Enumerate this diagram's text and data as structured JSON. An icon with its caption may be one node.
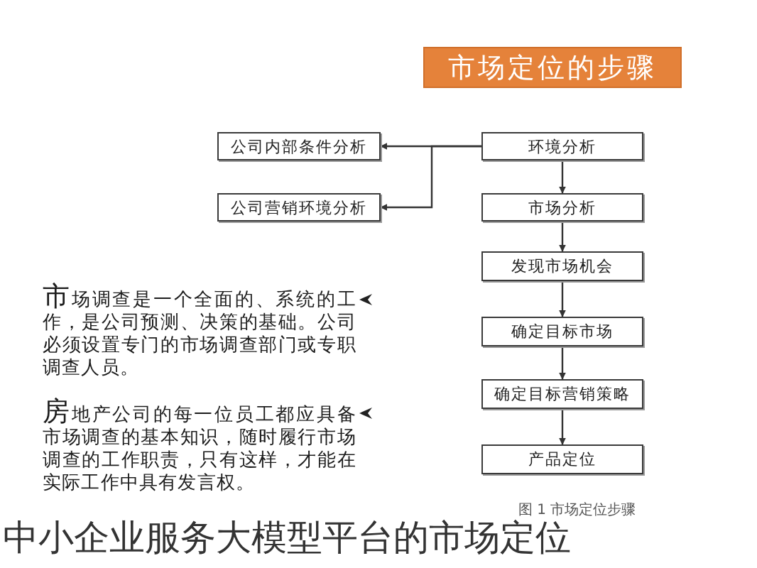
{
  "diagram": {
    "title": "市场定位的步骤",
    "caption": "中小企业服务大模型平台的市场定位",
    "nodes": [
      {
        "text": [
          "公司内部条件分析"
        ]
      },
      {
        "text": [
          "环境分析"
        ]
      },
      {
        "text": [
          "公司营销环境分析"
        ]
      },
      {
        "text": [
          "市场分析"
        ]
      },
      {
        "text": [
          "发现市场机会"
        ]
      },
      {
        "text": [
          "确定目标市场"
        ]
      },
      {
        "text": [
          "确定目标营销策略"
        ]
      },
      {
        "text": [
          "产品定位"
        ]
      }
    ],
    "edges": [
      {
        "from": 1,
        "to": 0,
        "arrow": "to"
      },
      {
        "from": 1,
        "to": 2,
        "arrow": "to"
      },
      {
        "from": 1,
        "to": 3,
        "arrow": "to"
      },
      {
        "from": 3,
        "to": 4,
        "arrow": "to"
      },
      {
        "from": 4,
        "to": 5,
        "arrow": "to"
      },
      {
        "from": 5,
        "to": 6,
        "arrow": "to"
      },
      {
        "from": 6,
        "to": 7,
        "arrow": "to"
      }
    ],
    "labels": [
      "市场调查是一个全面的、系统的工作，是公司预测、决策的基础。公司必须设置专门的市场调查部门或专职调查人员。",
      "房地产公司的每一位员工都应具备市场调查的基本知识，随时履行市场调查的工作职责，只有这样，才能在实际工作中具有发言权。",
      "图 1 市场定位步骤"
    ]
  }
}
